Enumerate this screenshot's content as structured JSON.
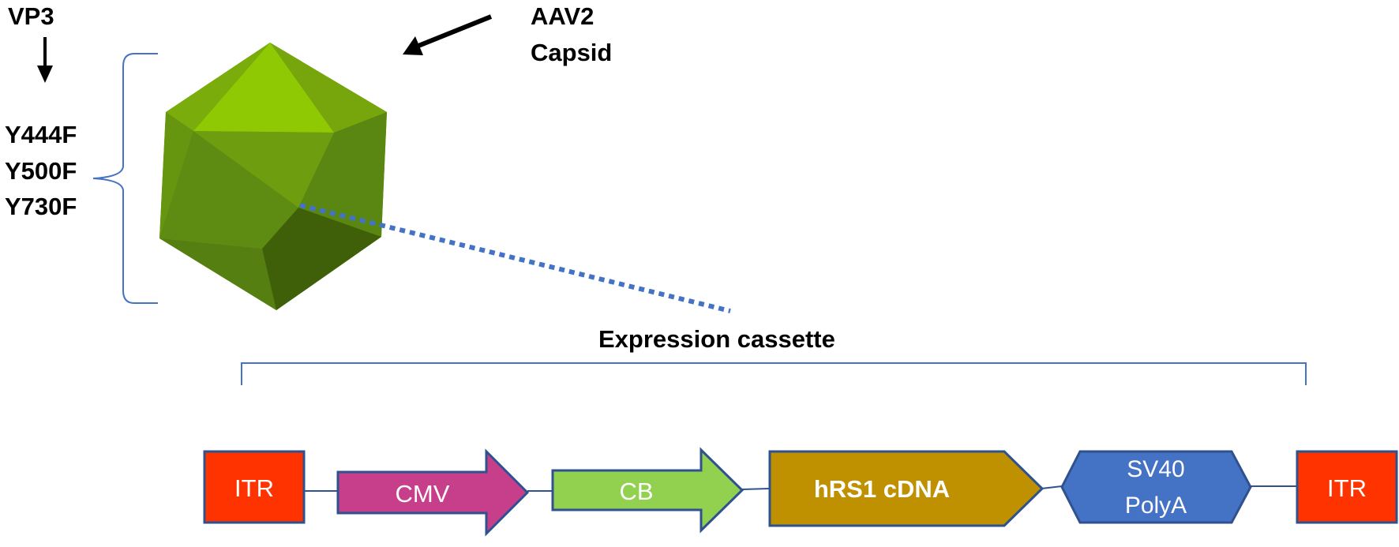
{
  "capsid": {
    "protein": "VP3",
    "mutations": [
      "Y444F",
      "Y500F",
      "Y730F"
    ],
    "name_line1": "AAV2",
    "name_line2": "Capsid",
    "color": "#7aa80e"
  },
  "cassette": {
    "title": "Expression cassette",
    "elements": [
      {
        "label": "ITR",
        "color": "#ff3300"
      },
      {
        "label": "CMV",
        "color": "#c73e8a"
      },
      {
        "label": "CB",
        "color": "#92d050"
      },
      {
        "label": "hRS1 cDNA",
        "color": "#bf9000"
      },
      {
        "label_line1": "SV40",
        "label_line2": "PolyA",
        "color": "#4472c4"
      },
      {
        "label": "ITR",
        "color": "#ff3300"
      }
    ],
    "outline_color": "#2f528f"
  }
}
